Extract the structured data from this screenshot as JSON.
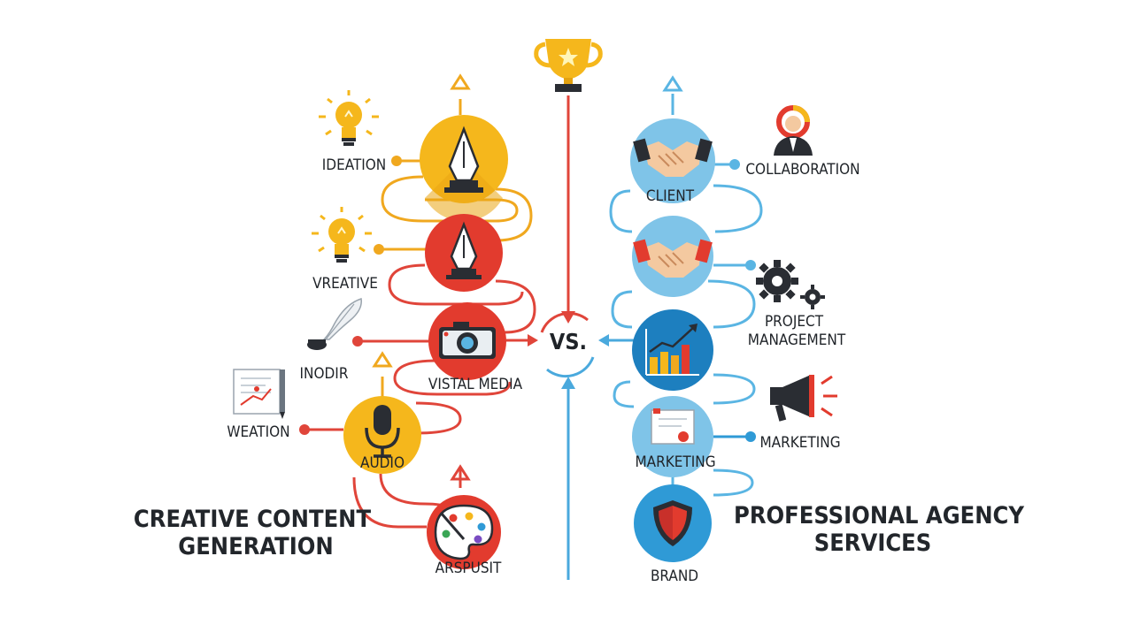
{
  "center": {
    "vs_label": "VS.",
    "trophy_icon": "trophy-icon"
  },
  "left": {
    "title_line1": "CREATIVE CONTENT",
    "title_line2": "GENERATION",
    "node_labels": {
      "ideation": "IDEATION",
      "vreative": "VREATIVE",
      "inodir": "INODIR",
      "vistal_media": "VISTAL MEDIA",
      "weation": "WEATION",
      "audio": "AUDIO",
      "arspusit": "ARSPUSIT"
    },
    "icons": [
      "lightbulb-icon",
      "pen-nib-icon",
      "quill-icon",
      "camera-icon",
      "document-icon",
      "microphone-icon",
      "palette-icon"
    ],
    "colors": {
      "yellow": "#f5b71c",
      "red": "#e23b2e",
      "orange_line": "#f0a81f",
      "red_line": "#e0453a"
    }
  },
  "right": {
    "title_line1": "PROFESSIONAL AGENCY",
    "title_line2": "SERVICES",
    "node_labels": {
      "collaboration": "COLLABORATION",
      "client": "CLIENT",
      "project_line1": "PROJECT",
      "project_line2": "MANAGEMENT",
      "marketing_side": "MARKETING",
      "marketing_node": "MARKETING",
      "brand": "BRAND"
    },
    "icons": [
      "handshake-icon",
      "user-icon",
      "gear-icon",
      "bar-chart-icon",
      "megaphone-icon",
      "certificate-icon",
      "shield-icon"
    ],
    "colors": {
      "light_blue": "#7fc4e8",
      "blue": "#2f9ad6",
      "line_blue": "#5ab5e3"
    }
  }
}
